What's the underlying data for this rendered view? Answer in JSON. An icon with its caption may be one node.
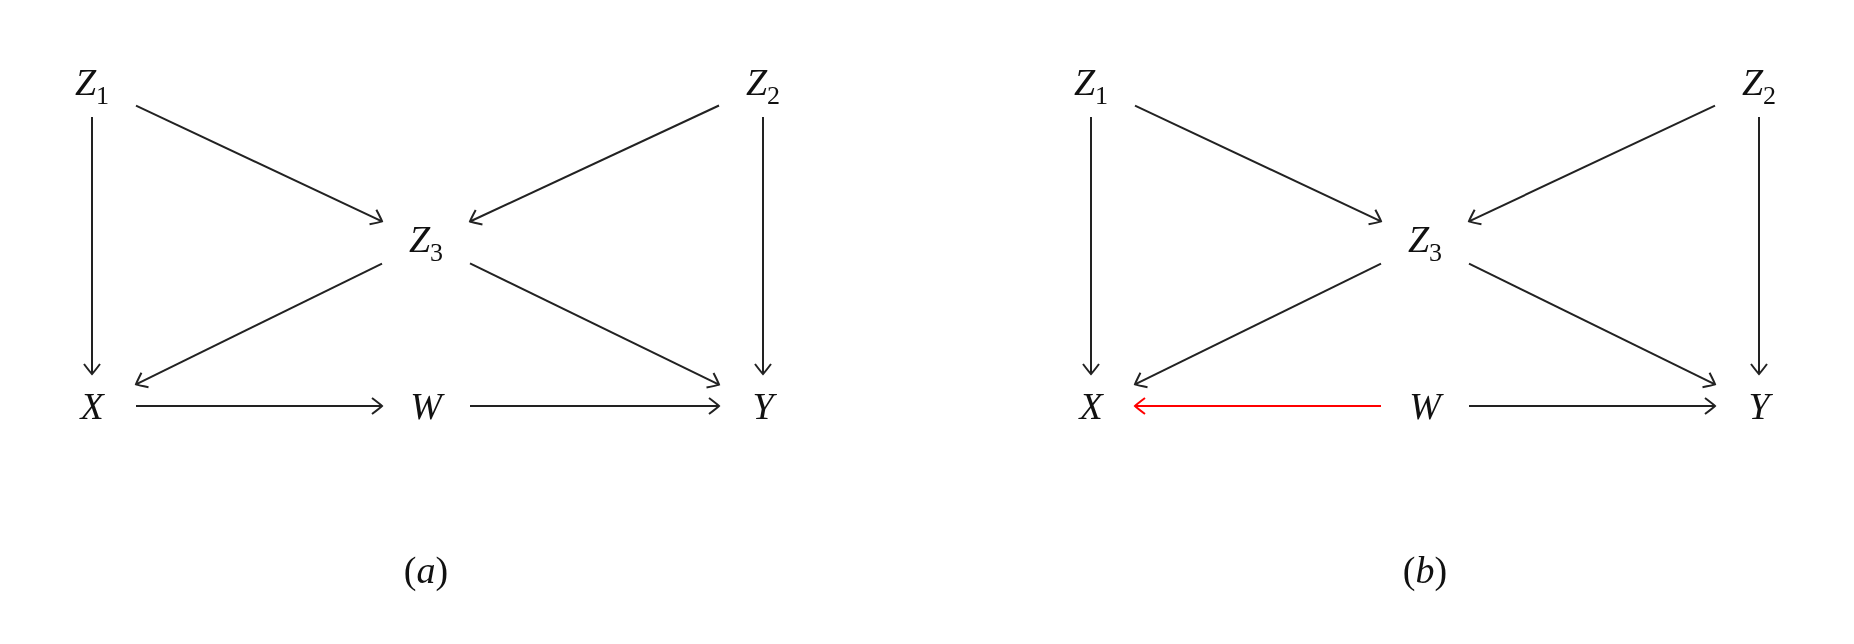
{
  "diagram": {
    "nodes": [
      {
        "text": [
          "Z$_{1}$"
        ]
      },
      {
        "text": [
          "Z$_{2}$"
        ]
      },
      {
        "text": [
          "Z$_{3}$"
        ]
      },
      {
        "text": [
          "X"
        ]
      },
      {
        "text": [
          "W"
        ]
      },
      {
        "text": [
          "Y"
        ]
      },
      {
        "text": [
          "Z$_{1}$"
        ]
      },
      {
        "text": [
          "Z$_{2}$"
        ]
      },
      {
        "text": [
          "Z$_{3}$"
        ]
      },
      {
        "text": [
          "X"
        ]
      },
      {
        "text": [
          "W"
        ]
      },
      {
        "text": [
          "Y"
        ]
      }
    ],
    "edges": [
      {
        "from": 0,
        "to": 3,
        "arrow": "to"
      },
      {
        "from": 0,
        "to": 2,
        "arrow": "to"
      },
      {
        "from": 1,
        "to": 2,
        "arrow": "to"
      },
      {
        "from": 1,
        "to": 5,
        "arrow": "to"
      },
      {
        "from": 2,
        "to": 3,
        "arrow": "to"
      },
      {
        "from": 2,
        "to": 5,
        "arrow": "to"
      },
      {
        "from": 3,
        "to": 4,
        "arrow": "to"
      },
      {
        "from": 4,
        "to": 5,
        "arrow": "to"
      },
      {
        "from": 6,
        "to": 9,
        "arrow": "to"
      },
      {
        "from": 6,
        "to": 8,
        "arrow": "to"
      },
      {
        "from": 7,
        "to": 8,
        "arrow": "to"
      },
      {
        "from": 7,
        "to": 11,
        "arrow": "to"
      },
      {
        "from": 8,
        "to": 9,
        "arrow": "to"
      },
      {
        "from": 8,
        "to": 11,
        "arrow": "to"
      },
      {
        "from": 10,
        "to": 9,
        "arrow": "to",
        "color": "#ff0000"
      },
      {
        "from": 10,
        "to": 11,
        "arrow": "to"
      }
    ],
    "labels": [
      "(*a*)",
      "(*b*)"
    ]
  }
}
